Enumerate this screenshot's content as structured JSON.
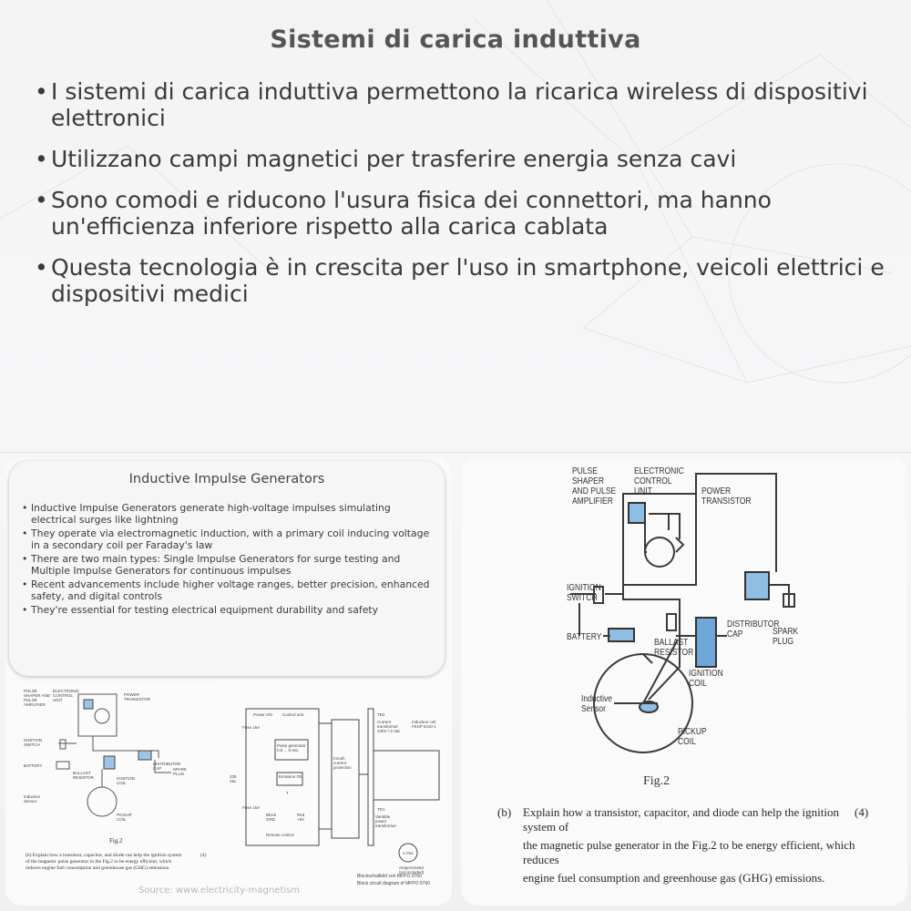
{
  "title": "Sistemi di carica induttiva",
  "bullets": [
    "I sistemi di carica induttiva permettono la ricarica wireless di dispositivi elettronici",
    "Utilizzano campi magnetici per trasferire energia senza cavi",
    "Sono comodi e riducono l'usura fisica dei connettori, ma hanno un'efficienza inferiore rispetto alla carica cablata",
    "Questa tecnologia è in crescita per l'uso in smartphone, veicoli elettrici e dispositivi medici"
  ],
  "left_image": {
    "card_title": "Inductive Impulse Generators",
    "card_bullets": [
      "Inductive Impulse Generators generate high-voltage impulses simulating electrical surges like lightning",
      "They operate via electromagnetic induction, with a primary coil inducing voltage in a secondary coil per Faraday's law",
      "There are two main types: Single Impulse Generators for surge testing and Multiple Impulse Generators for continuous impulses",
      "Recent advancements include higher voltage ranges, better precision, enhanced safety, and digital controls",
      "They're essential for testing electrical equipment durability and safety"
    ],
    "thumb1": {
      "labels": {
        "pulse": "PULSE SHAPER AND PULSE AMPLIFIER",
        "ecu": "ELECTRONIC CONTROL UNIT",
        "power": "POWER TRANSISTOR",
        "ignition": "IGNITION SWITCH",
        "battery": "BATTERY",
        "ballast": "BALLAST RESISTOR",
        "distributor": "DISTRIBUTOR CAP",
        "spark": "SPARK PLUG",
        "coil": "IGNITION COIL",
        "sensor": "Inductive Sensor",
        "pickup": "PICKUP COIL"
      },
      "fig": "Fig.2",
      "question": "(b)  Explain how a transistor, capacitor, and diode can help the ignition system of the magnetic pulse generator in the Fig.2 to be energy efficient, which reduces engine fuel consumption and greenhouse gas (GHG) emissions.",
      "marks": "(4)"
    },
    "thumb2": {
      "power_on": "Power ON",
      "control_unit": "Control unit",
      "fuse1": "Fuse 16A",
      "fuse2": "Fuse 16A",
      "vac": "230 Vac",
      "pulse_gen": "Pulse generator 0.5 ... 5 sec.",
      "emission_on": "Emission ON",
      "t_label": "T",
      "block": "Block GRD",
      "red": "Red +5V",
      "remote": "Remote control",
      "inrush": "Inrush current protection",
      "tr2": "TR2",
      "current_transformer": "Current transformer 230V / 3 Vac",
      "induction_coil": "Induction coil FESP 5410-1",
      "tr1": "TR1",
      "variable": "Variable power transformer",
      "ampere": "A rms",
      "amperemeter": "Amperemeter (not included)",
      "caption1": "Blockschaltbild von MFPO 9760",
      "caption2": "Block circuit diagram of MFPO 9760"
    },
    "watermark": "Source: www.electricity-magnetism"
  },
  "right_image": {
    "labels": {
      "pulse": "PULSE SHAPER AND PULSE AMPLIFIER",
      "ecu": "ELECTRONIC CONTROL UNIT",
      "power": "POWER TRANSISTOR",
      "ignition": "IGNITION SWITCH",
      "battery": "BATTERY",
      "ballast": "BALLAST RESISTOR",
      "distributor": "DISTRIBUTOR CAP",
      "spark": "SPARK PLUG",
      "coil": "IGNITION COIL",
      "sensor": "Inductive Sensor",
      "pickup": "PICKUP COIL"
    },
    "fig": "Fig.2",
    "question_marker": "(b)",
    "question_lines": [
      "Explain how a transistor, capacitor, and diode can help the ignition system of",
      "the magnetic pulse generator in the Fig.2 to be energy efficient, which reduces",
      "engine fuel consumption and greenhouse gas (GHG) emissions."
    ],
    "marks": "(4)"
  }
}
